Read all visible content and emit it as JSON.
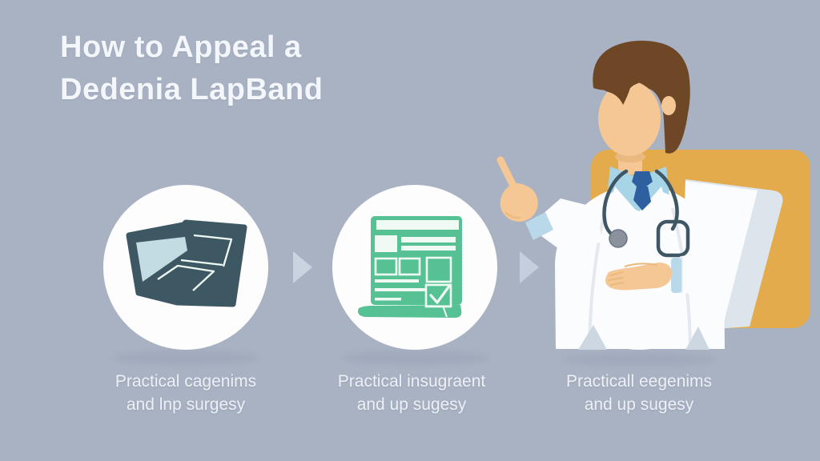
{
  "title": {
    "line1": "How to Appeal a",
    "line2": "Dedenia LapBand"
  },
  "steps": [
    {
      "icon": "laptop-icon",
      "caption_line1": "Practical cagenims",
      "caption_line2": "and lnp surgesy"
    },
    {
      "icon": "document-checklist-icon",
      "caption_line1": "Practical insugraent",
      "caption_line2": "and up sugesy"
    },
    {
      "icon": "doctor-illustration",
      "caption_line1": "Practicall eegenims",
      "caption_line2": "and up sugesy"
    }
  ],
  "colors": {
    "bg": "#a9b2c3",
    "title": "#f3f6fa",
    "caption": "#edf1f6",
    "circle": "#fdfdfe",
    "dark": "#3d5763",
    "screen": "#c3dce4",
    "green": "#56c193",
    "iconwhite": "#f0faf5",
    "arrow": "#cdd6e3",
    "yellow": "#e3ab4c",
    "skin": "#f4c795",
    "skinsh": "#eab97f",
    "hair": "#6d4726",
    "collar": "#a8d4e8",
    "cuff": "#b9d9ea",
    "tie": "#2e5f9e",
    "steth": "#3f5765",
    "stethgray": "#8a929e",
    "coat": "#fbfcfd",
    "coatsh": "#ccd7e2",
    "coatline": "#e3e9ef",
    "papersh": "#dde5ec"
  }
}
